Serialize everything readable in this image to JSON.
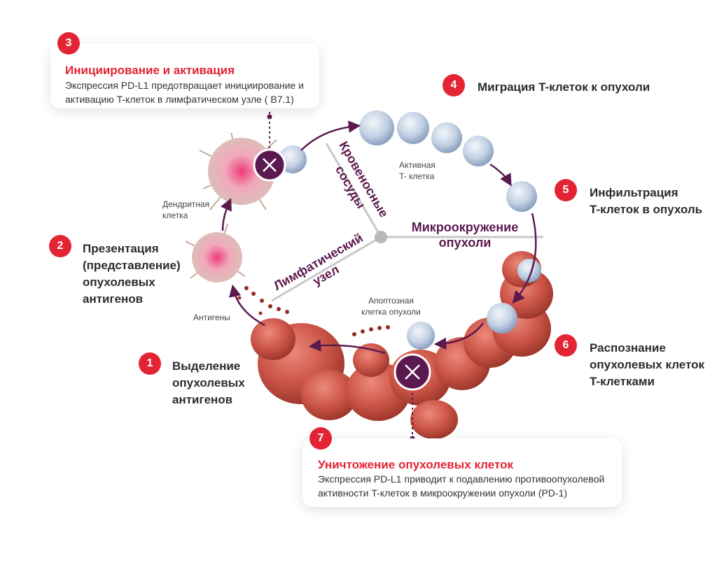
{
  "steps": {
    "s1": {
      "num": "1",
      "label": "Выделение\nопухолевых\nантигенов"
    },
    "s2": {
      "num": "2",
      "label": "Презентация\n(представление)\nопухолевых\nантигенов"
    },
    "s3": {
      "num": "3",
      "title": "Инициирование и активация",
      "line1": "Экспрессия PD-L1 предотвращает инициирование и",
      "line2": "активацию T-клеток в лимфатическом узле ( B7.1)"
    },
    "s4": {
      "num": "4",
      "label": "Миграция T-клеток к опухоли"
    },
    "s5": {
      "num": "5",
      "label": "Инфильтрация\nT-клеток в опухоль"
    },
    "s6": {
      "num": "6",
      "label": "Распознание\nопухолевых клеток\nT-клетками"
    },
    "s7": {
      "num": "7",
      "title": "Уничтожение опухолевых клеток",
      "line1": "Экспрессия PD-L1 приводит к подавлению противоопухолевой",
      "line2": "активности T-клеток в микроокружении опухоли (PD-1)"
    }
  },
  "labels": {
    "dendritic": "Дендритная\nклетка",
    "antigens": "Антигены",
    "active_t": "Активная\nT- клетка",
    "apoptotic": "Апоптозная\nклетка опухоли"
  },
  "zones": {
    "vessels": "Кровеносные\nсосуды",
    "lymph": "Лимфатический\nузел",
    "micro": "Микроокружение\nопухоли"
  },
  "icons": {
    "block_icon": "x-circle-icon"
  },
  "colors": {
    "accent_red": "#e32434",
    "arrow_purple": "#5b1a4f",
    "tumor": "#c9524a",
    "t_cell": "#aebfd8"
  }
}
